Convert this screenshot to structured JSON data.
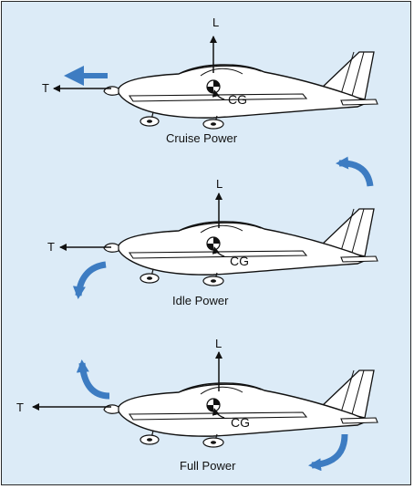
{
  "colors": {
    "background": "#dcebf7",
    "arrow_blue": "#3d7cc2",
    "aircraft_fill": "#ffffff",
    "outline": "#111111"
  },
  "panels": [
    {
      "caption": "Cruise Power",
      "thrust_label": "T",
      "lift_label": "L",
      "cg_label": "CG",
      "indicators": [
        "straight-left-arrow-icon"
      ]
    },
    {
      "caption": "Idle Power",
      "thrust_label": "T",
      "lift_label": "L",
      "cg_label": "CG",
      "indicators": [
        "nose-down-curved-arrow-icon",
        "tail-up-curved-arrow-icon"
      ]
    },
    {
      "caption": "Full Power",
      "thrust_label": "T",
      "lift_label": "L",
      "cg_label": "CG",
      "indicators": [
        "nose-up-curved-arrow-icon",
        "tail-down-curved-arrow-icon"
      ]
    }
  ]
}
